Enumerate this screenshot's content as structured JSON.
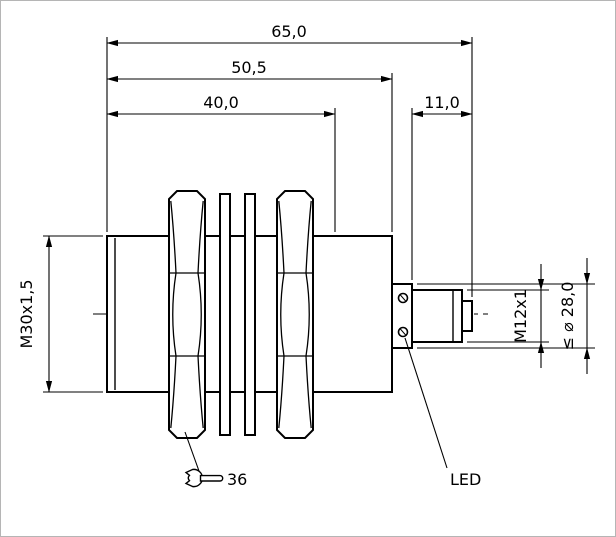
{
  "colors": {
    "background": "#ffffff",
    "line": "#000000"
  },
  "drawing": {
    "dims": {
      "overall_length": "65,0",
      "body_length": "50,5",
      "thread_length": "40,0",
      "connector_length": "11,0",
      "barrel_thread": "M30x1,5",
      "connector_thread": "M12x1",
      "max_diameter": "≤ ⌀ 28,0",
      "wrench_size": "36",
      "led": "LED"
    }
  }
}
